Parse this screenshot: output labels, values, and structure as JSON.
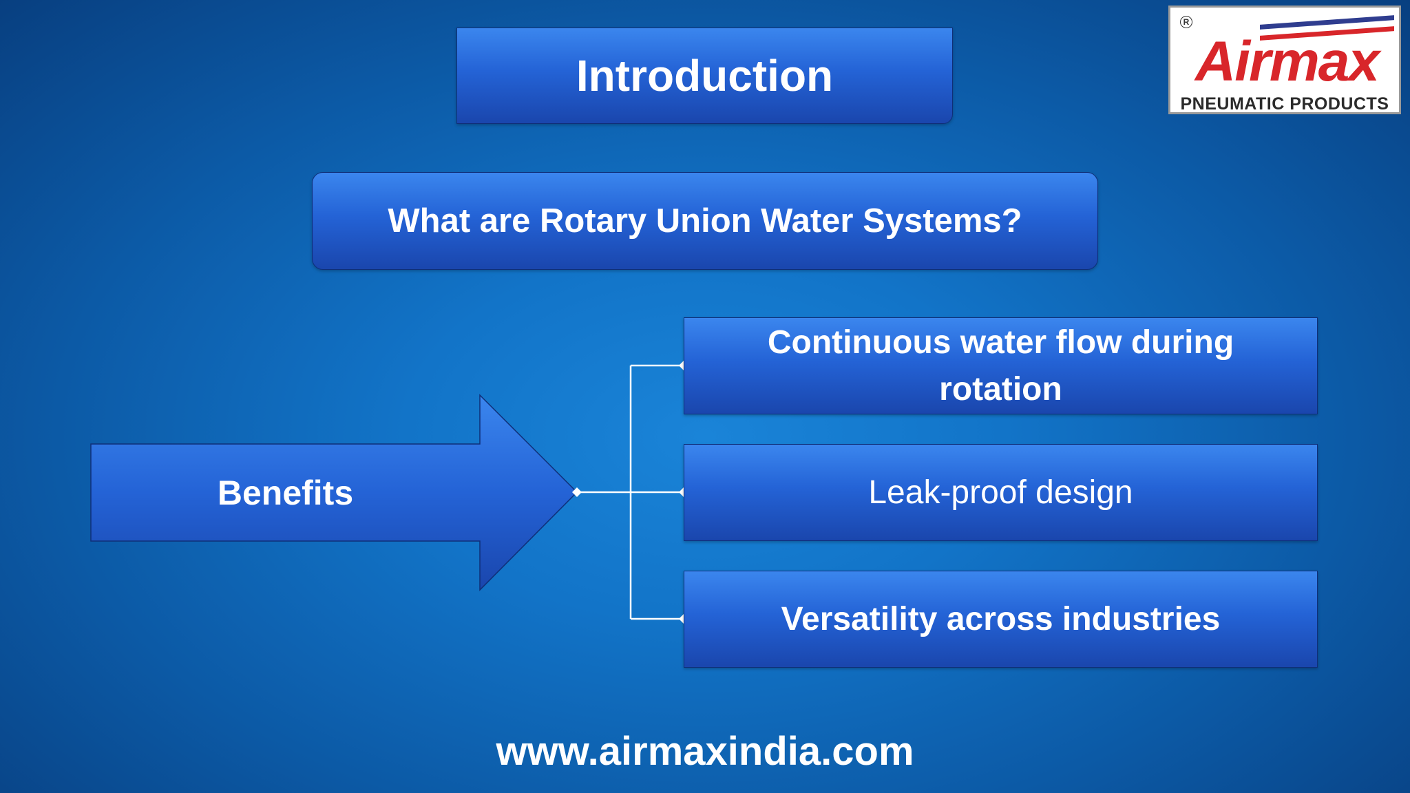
{
  "title": "Introduction",
  "subtitle": "What are Rotary Union Water Systems?",
  "benefits_label": "Benefits",
  "items": [
    "Continuous water flow during rotation",
    "Leak-proof design",
    "Versatility across industries"
  ],
  "website": "www.airmaxindia.com",
  "logo": {
    "name": "Airmax",
    "tagline": "PNEUMATIC PRODUCTS",
    "registered_mark": "R"
  },
  "colors": {
    "box_blue": "#2463d6",
    "background_blue": "#1274c8",
    "logo_red": "#d8262a",
    "logo_navy": "#2f3d8f",
    "text_white": "#ffffff"
  }
}
